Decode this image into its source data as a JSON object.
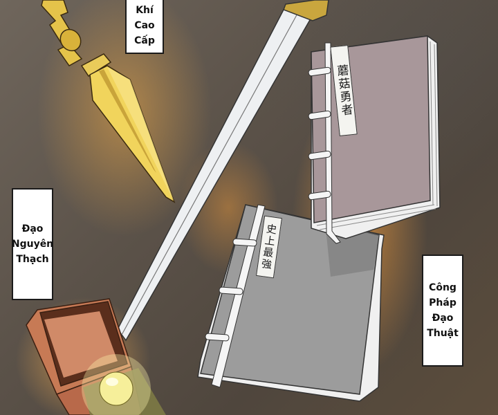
{
  "panel": {
    "description": "Manga panel showing treasure items: golden dagger, silver sword, two stitch-bound books, and an open wooden box with a glowing orb",
    "colors": {
      "background": "#5a5046",
      "glow": "#e6963c",
      "gold": "#e8c850",
      "blade": "#eef0f2",
      "book_top": "#a8979a",
      "book_bottom": "#9a9a9a",
      "box": "#c77a55",
      "orb": "#f6ef9a"
    }
  },
  "labels": {
    "top": {
      "lines": [
        "Khí",
        "Cao",
        "Cấp"
      ]
    },
    "left": {
      "lines": [
        "Đạo",
        "Nguyên",
        "Thạch"
      ]
    },
    "right": {
      "lines": [
        "Công",
        "Pháp",
        "Đạo",
        "Thuật"
      ]
    }
  },
  "books": {
    "upper": {
      "title": "蘑菇勇者"
    },
    "lower": {
      "title": "史上最強"
    }
  },
  "items": [
    {
      "name": "golden-dagger"
    },
    {
      "name": "silver-sword"
    },
    {
      "name": "book-upper"
    },
    {
      "name": "book-lower"
    },
    {
      "name": "wooden-box"
    },
    {
      "name": "glowing-orb"
    }
  ]
}
